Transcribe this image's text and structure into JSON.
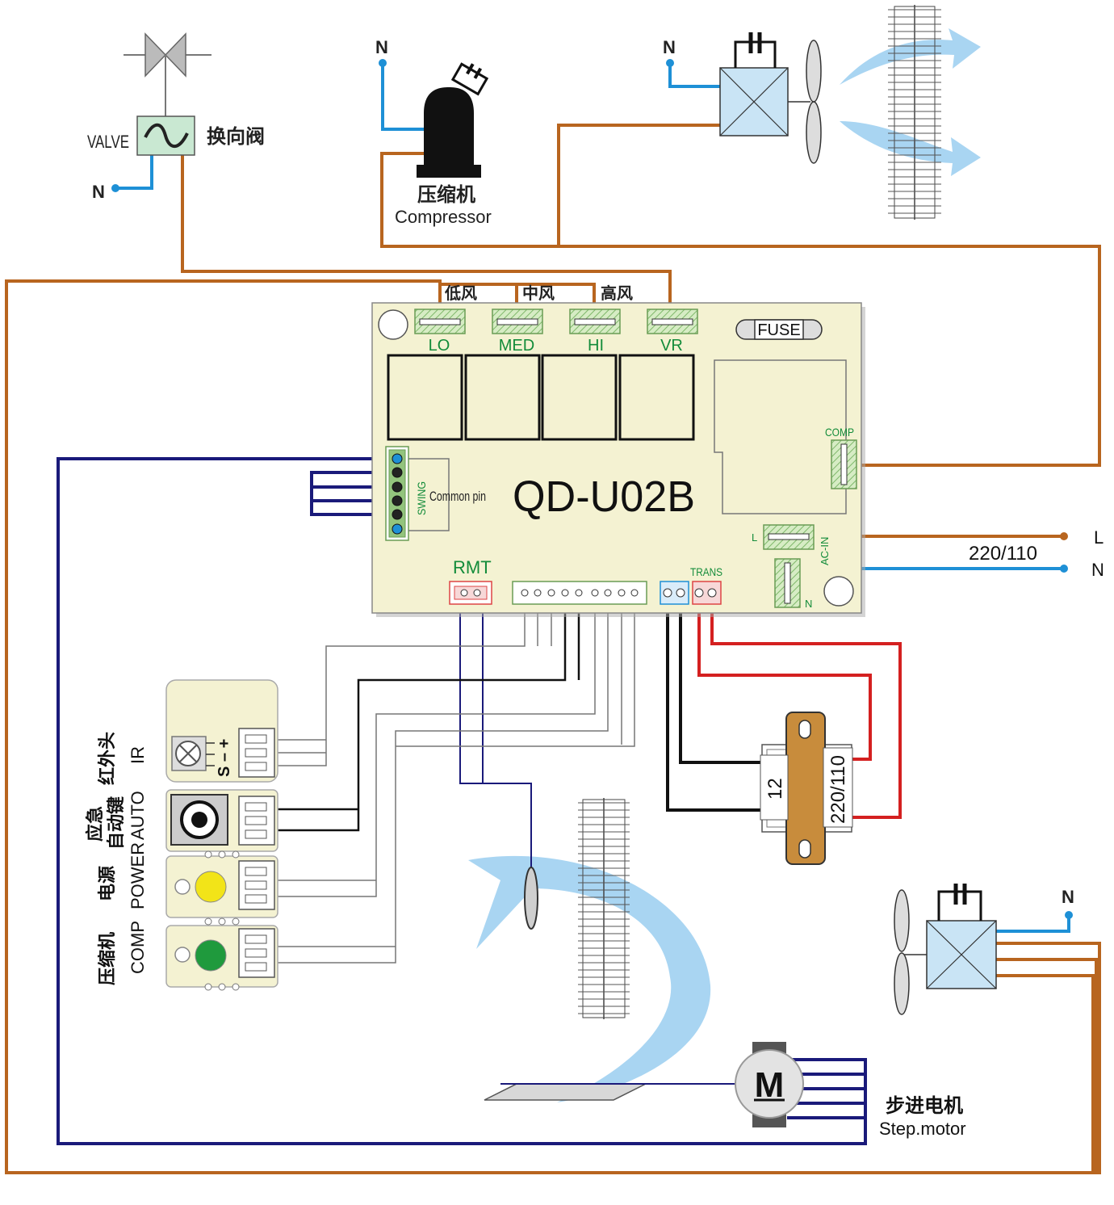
{
  "colors": {
    "brown": "#b8651f",
    "blue": "#1e90d6",
    "navy": "#1a1a7a",
    "red": "#d42020",
    "black": "#111111",
    "gray": "#8a8a8a",
    "board": "#f4f2d2",
    "terminal": "#93c47d",
    "label_green": "#138c3a",
    "airflow": "#a9d5f2",
    "coil": "#c9e4f5",
    "transformer": "#c88c3c"
  },
  "valve": {
    "label": "VALVE",
    "cn": "换向阀",
    "neutral": "N"
  },
  "compressor": {
    "cn": "压缩机",
    "en": "Compressor",
    "neutral": "N"
  },
  "outdoor_fan": {
    "neutral": "N"
  },
  "indoor_fan": {
    "neutral": "N"
  },
  "board": {
    "model": "QD-U02B",
    "fuse": "FUSE",
    "relays": [
      {
        "cn": "低风",
        "label": "LO"
      },
      {
        "cn": "中风",
        "label": "MED"
      },
      {
        "cn": "高风",
        "label": "HI"
      },
      {
        "cn": "",
        "label": "VR"
      }
    ],
    "comp": "COMP",
    "swing": "SWING",
    "common_pin": "Common pin",
    "rmt": "RMT",
    "trans": "TRANS",
    "ac_in": "AC-IN",
    "l_term": "L",
    "n_term": "N"
  },
  "mains": {
    "voltage": "220/110",
    "l": "L",
    "n": "N"
  },
  "transformer": {
    "secondary": "12",
    "primary": "220/110"
  },
  "display_panel": {
    "ir": {
      "symbols": "S – +",
      "en": "IR",
      "cn": "红外头"
    },
    "auto": {
      "en": "AUTO",
      "cn1": "应急",
      "cn2": "自动键"
    },
    "power": {
      "en": "POWER",
      "cn": "电源"
    },
    "comp": {
      "en": "COMP",
      "cn": "压缩机"
    }
  },
  "step_motor": {
    "symbol": "M",
    "cn": "步进电机",
    "en": "Step.motor"
  }
}
